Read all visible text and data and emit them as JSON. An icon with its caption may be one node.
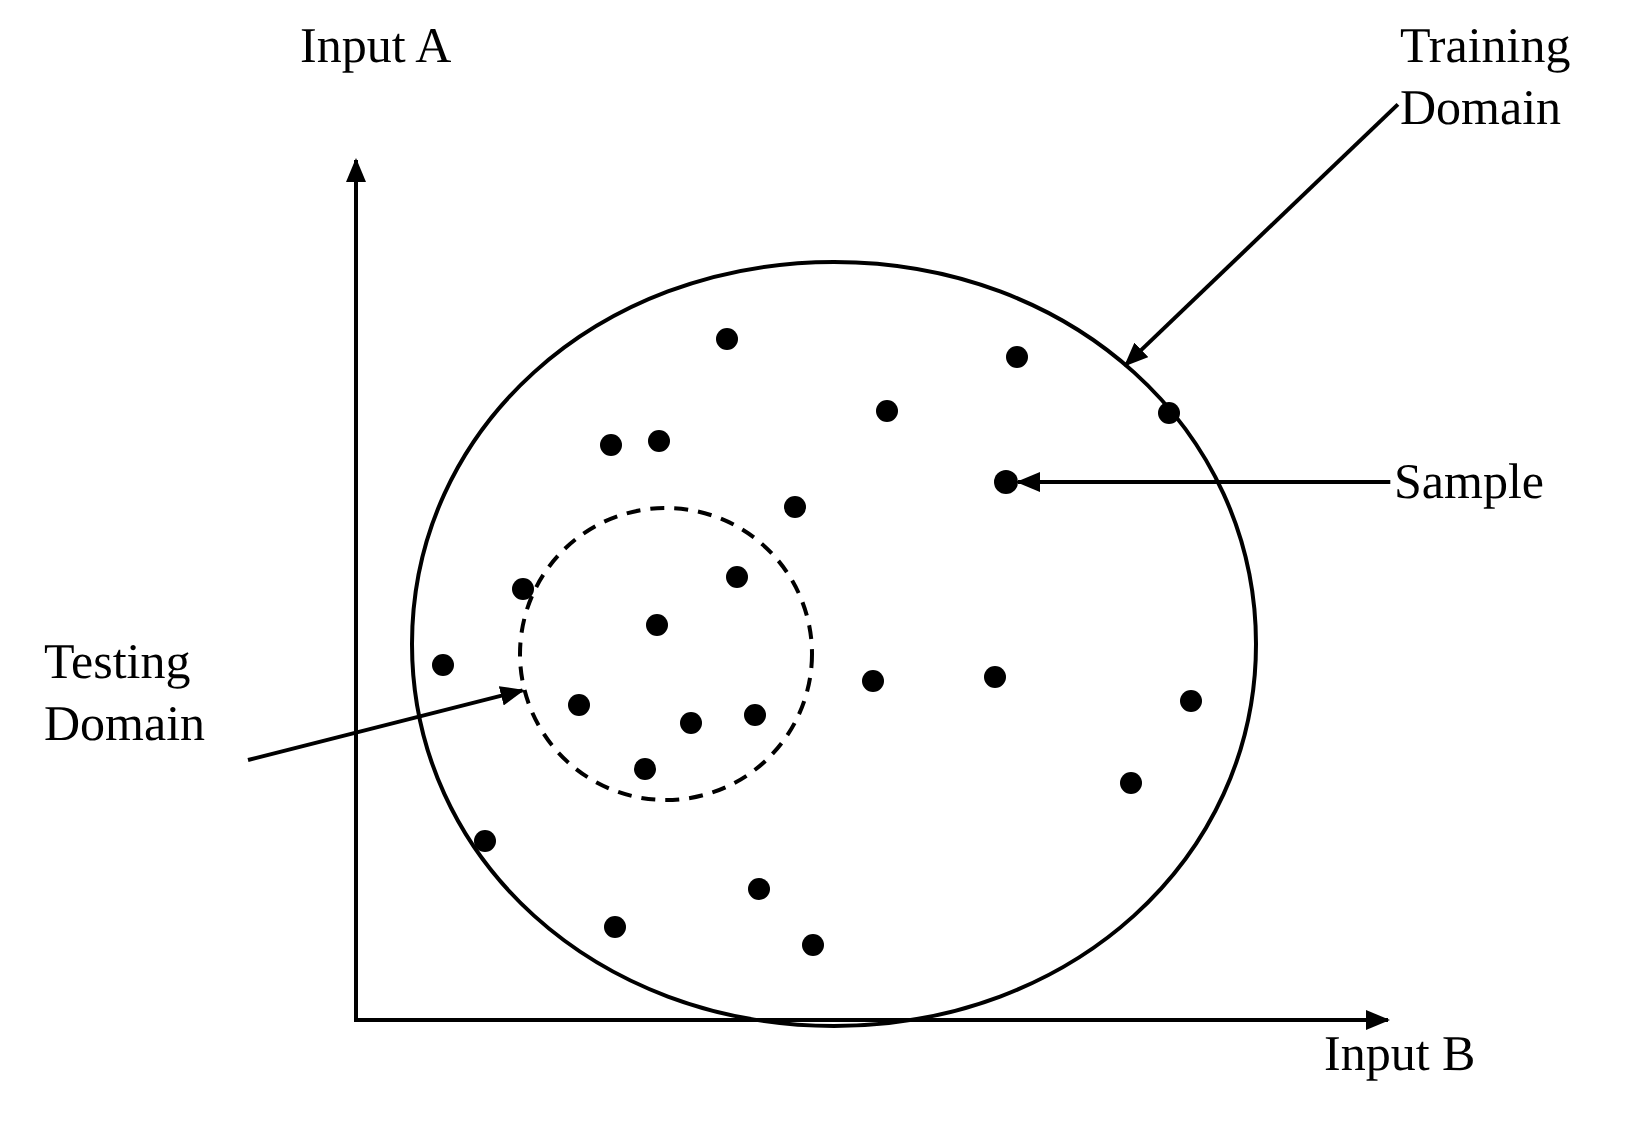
{
  "diagram": {
    "nodes": [
      {
        "text": [
          "Training Domain"
        ]
      },
      {
        "text": [],
        "shape": "ellipse"
      },
      {
        "text": [
          "Sample"
        ]
      },
      {
        "text": [],
        "shape": "dot",
        "in": 1
      },
      {
        "text": [
          "Testing Domain"
        ]
      },
      {
        "text": [],
        "shape": "circle",
        "in": 1
      },
      {
        "text": [],
        "shape": "dot",
        "in": 1
      },
      {
        "text": [],
        "shape": "dot",
        "in": 1
      },
      {
        "text": [],
        "shape": "dot",
        "in": 1
      },
      {
        "text": [],
        "shape": "dot",
        "in": 1
      },
      {
        "text": [],
        "shape": "dot",
        "in": 1
      },
      {
        "text": [],
        "shape": "dot",
        "in": 1
      },
      {
        "text": [],
        "shape": "dot",
        "in": 1
      },
      {
        "text": [],
        "shape": "dot",
        "in": 5
      },
      {
        "text": [],
        "shape": "dot",
        "in": 1
      },
      {
        "text": [],
        "shape": "dot",
        "in": 5
      },
      {
        "text": [],
        "shape": "dot",
        "in": 1
      },
      {
        "text": [],
        "shape": "dot",
        "in": 1
      },
      {
        "text": [],
        "shape": "dot",
        "in": 1
      },
      {
        "text": [],
        "shape": "dot",
        "in": 1
      },
      {
        "text": [],
        "shape": "dot",
        "in": 5
      },
      {
        "text": [],
        "shape": "dot",
        "in": 5
      },
      {
        "text": [],
        "shape": "dot",
        "in": 5
      },
      {
        "text": [],
        "shape": "dot",
        "in": 5
      },
      {
        "text": [],
        "shape": "dot",
        "in": 1
      },
      {
        "text": [],
        "shape": "dot",
        "in": 1
      },
      {
        "text": [],
        "shape": "dot",
        "in": 1
      },
      {
        "text": [],
        "shape": "dot",
        "in": 1
      },
      {
        "text": [],
        "shape": "dot",
        "in": 1
      }
    ],
    "edges": [
      {
        "from": 0,
        "to": 1,
        "arrow": "to"
      },
      {
        "from": 2,
        "to": 3,
        "arrow": "to"
      },
      {
        "from": 4,
        "to": 5,
        "arrow": "to"
      }
    ],
    "labels": [
      "Input A",
      "Input B"
    ]
  }
}
